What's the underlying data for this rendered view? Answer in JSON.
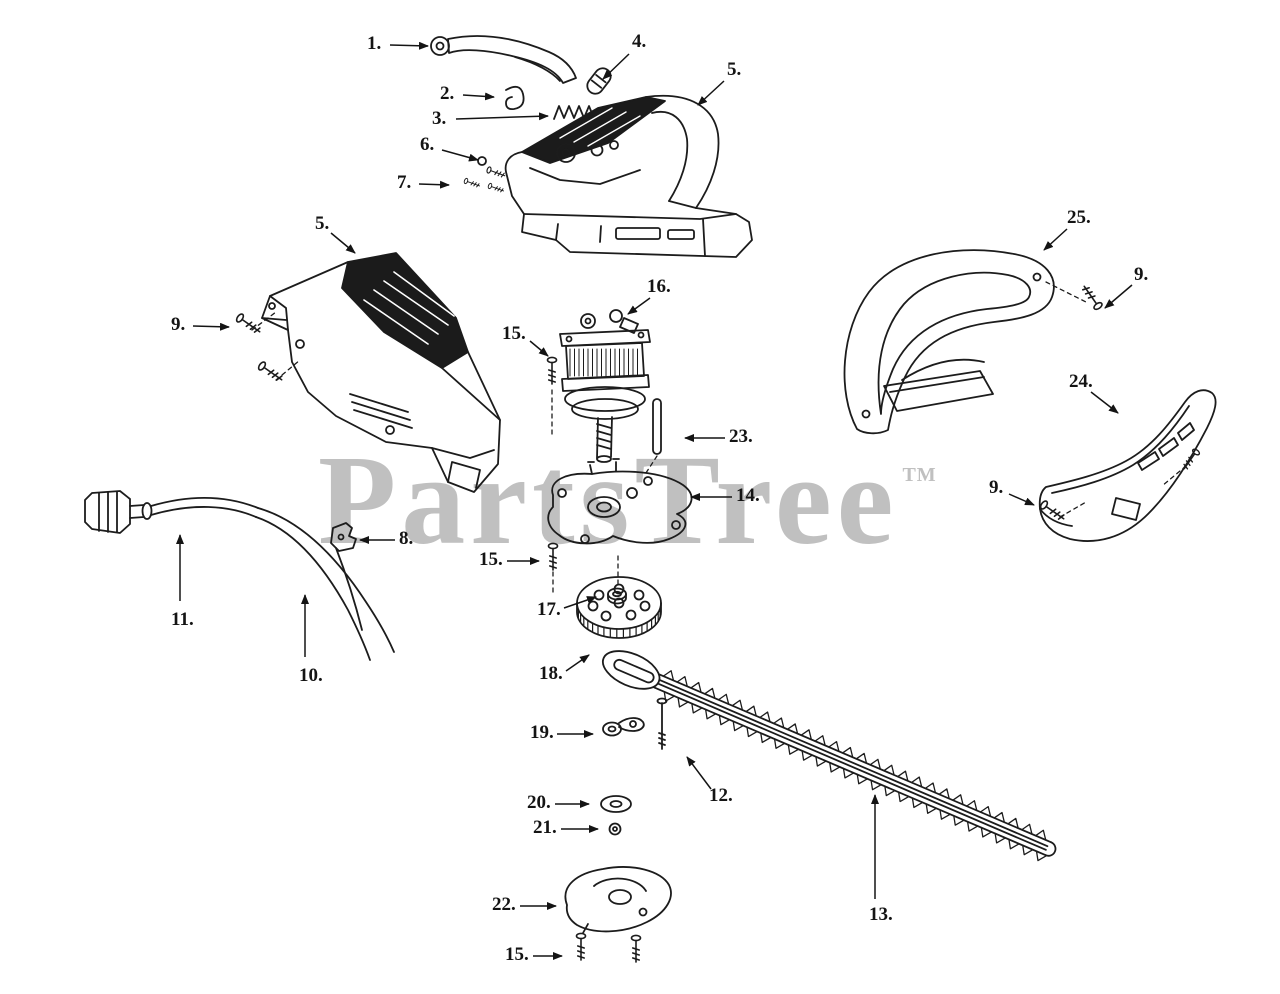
{
  "page": {
    "background": "#ffffff"
  },
  "watermark": {
    "text": "PartsTree",
    "tm": "TM",
    "color": "#c0c0c0"
  },
  "diagram": {
    "type": "exploded-parts-diagram",
    "callouts": [
      {
        "id": "1",
        "text": "1.",
        "label": [
          367,
          49
        ],
        "arrow": [
          390,
          45,
          428,
          46
        ]
      },
      {
        "id": "2",
        "text": "2.",
        "label": [
          440,
          99
        ],
        "arrow": [
          463,
          95,
          494,
          97
        ]
      },
      {
        "id": "3",
        "text": "3.",
        "label": [
          432,
          124
        ],
        "arrow": [
          456,
          119,
          548,
          116
        ]
      },
      {
        "id": "4",
        "text": "4.",
        "label": [
          632,
          47
        ],
        "arrow": [
          629,
          54,
          603,
          79
        ]
      },
      {
        "id": "5a",
        "text": "5.",
        "label": [
          727,
          75
        ],
        "arrow": [
          724,
          81,
          698,
          105
        ]
      },
      {
        "id": "6",
        "text": "6.",
        "label": [
          420,
          150
        ],
        "arrow": [
          442,
          150,
          478,
          160
        ]
      },
      {
        "id": "7",
        "text": "7.",
        "label": [
          397,
          188
        ],
        "arrow": [
          419,
          184,
          449,
          185
        ]
      },
      {
        "id": "5b",
        "text": "5.",
        "label": [
          315,
          229
        ],
        "arrow": [
          331,
          233,
          355,
          253
        ]
      },
      {
        "id": "9a",
        "text": "9.",
        "label": [
          171,
          330
        ],
        "arrow": [
          193,
          326,
          229,
          327
        ]
      },
      {
        "id": "16",
        "text": "16.",
        "label": [
          647,
          292
        ],
        "arrow": [
          650,
          298,
          628,
          314
        ]
      },
      {
        "id": "15a",
        "text": "15.",
        "label": [
          502,
          339
        ],
        "arrow": [
          530,
          341,
          548,
          356
        ]
      },
      {
        "id": "25",
        "text": "25.",
        "label": [
          1067,
          223
        ],
        "arrow": [
          1067,
          229,
          1044,
          250
        ]
      },
      {
        "id": "9b",
        "text": "9.",
        "label": [
          1134,
          280
        ],
        "arrow": [
          1132,
          285,
          1105,
          308
        ]
      },
      {
        "id": "24",
        "text": "24.",
        "label": [
          1069,
          387
        ],
        "arrow": [
          1091,
          392,
          1118,
          413
        ]
      },
      {
        "id": "9c",
        "text": "9.",
        "label": [
          989,
          493
        ],
        "arrow": [
          1009,
          494,
          1034,
          505
        ]
      },
      {
        "id": "23",
        "text": "23.",
        "label": [
          729,
          442
        ],
        "arrow": [
          725,
          438,
          685,
          438
        ]
      },
      {
        "id": "14",
        "text": "14.",
        "label": [
          736,
          501
        ],
        "arrow": [
          732,
          497,
          691,
          497
        ]
      },
      {
        "id": "8",
        "text": "8.",
        "label": [
          399,
          544
        ],
        "arrow": [
          395,
          540,
          360,
          540
        ]
      },
      {
        "id": "15b",
        "text": "15.",
        "label": [
          479,
          565
        ],
        "arrow": [
          507,
          561,
          539,
          561
        ]
      },
      {
        "id": "17",
        "text": "17.",
        "label": [
          537,
          615
        ],
        "arrow": [
          564,
          608,
          596,
          597
        ]
      },
      {
        "id": "18",
        "text": "18.",
        "label": [
          539,
          679
        ],
        "arrow": [
          566,
          671,
          589,
          655
        ]
      },
      {
        "id": "11",
        "text": "11.",
        "label": [
          171,
          625
        ],
        "arrow": [
          180,
          601,
          180,
          535
        ]
      },
      {
        "id": "10",
        "text": "10.",
        "label": [
          299,
          681
        ],
        "arrow": [
          305,
          657,
          305,
          595
        ]
      },
      {
        "id": "19",
        "text": "19.",
        "label": [
          530,
          738
        ],
        "arrow": [
          557,
          734,
          593,
          734
        ]
      },
      {
        "id": "12",
        "text": "12.",
        "label": [
          709,
          801
        ],
        "arrow": [
          711,
          789,
          687,
          757
        ]
      },
      {
        "id": "20",
        "text": "20.",
        "label": [
          527,
          808
        ],
        "arrow": [
          555,
          804,
          589,
          804
        ]
      },
      {
        "id": "21",
        "text": "21.",
        "label": [
          533,
          833
        ],
        "arrow": [
          561,
          829,
          598,
          829
        ]
      },
      {
        "id": "22",
        "text": "22.",
        "label": [
          492,
          910
        ],
        "arrow": [
          520,
          906,
          556,
          906
        ]
      },
      {
        "id": "13",
        "text": "13.",
        "label": [
          869,
          920
        ],
        "arrow": [
          875,
          899,
          875,
          795
        ]
      },
      {
        "id": "15c",
        "text": "15.",
        "label": [
          505,
          960
        ],
        "arrow": [
          533,
          956,
          562,
          956
        ]
      }
    ]
  }
}
